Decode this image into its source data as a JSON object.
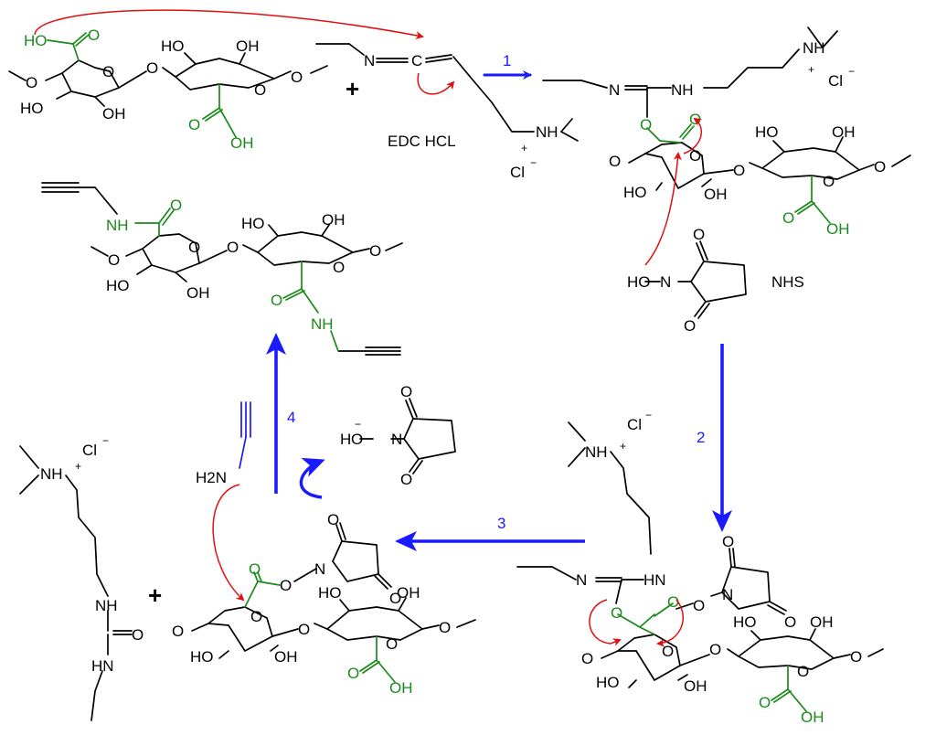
{
  "labels": {
    "edc": "EDC HCL",
    "nhs": "NHS"
  },
  "atoms": {
    "HO": "HO",
    "OH": "OH",
    "O": "O",
    "N": "N",
    "C": "C",
    "NH": "NH",
    "HN": "HN",
    "Cl": "Cl",
    "H2N": "H2N",
    "H": "H",
    "plus": "+",
    "minus": "−"
  },
  "steps": [
    "1",
    "2",
    "3",
    "4"
  ],
  "colors": {
    "bonds": "#000000",
    "carboxyl": "#1a8a1a",
    "step_arrows": "#1a1aff",
    "electron_arrows": "#e01010"
  }
}
